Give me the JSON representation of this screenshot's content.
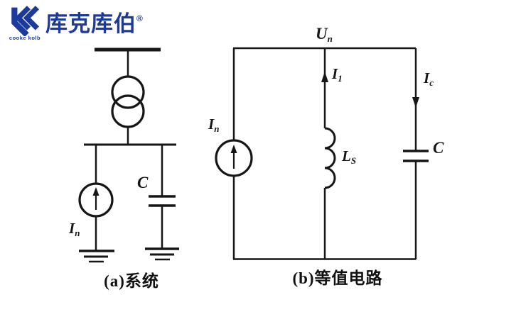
{
  "logo": {
    "brand": "库克库伯",
    "registered_mark": "®",
    "tagline": "cooke kolb",
    "brand_color": "#1c3a9b"
  },
  "figure": {
    "ink_color": "#161616",
    "caption_a": "(a)系统",
    "caption_b": "(b)等值电路",
    "circuit_a": {
      "source_current": {
        "main": "I",
        "sub": "n"
      },
      "capacitor": "C"
    },
    "circuit_b": {
      "bus_voltage": {
        "main": "U",
        "sub": "n"
      },
      "inductor_branch_current": {
        "main": "I",
        "sub": "1"
      },
      "capacitor_branch_current": {
        "main": "I",
        "sub": "c"
      },
      "source_current": {
        "main": "I",
        "sub": "n"
      },
      "inductance": {
        "main": "L",
        "sub": "S"
      },
      "capacitor": "C"
    }
  }
}
